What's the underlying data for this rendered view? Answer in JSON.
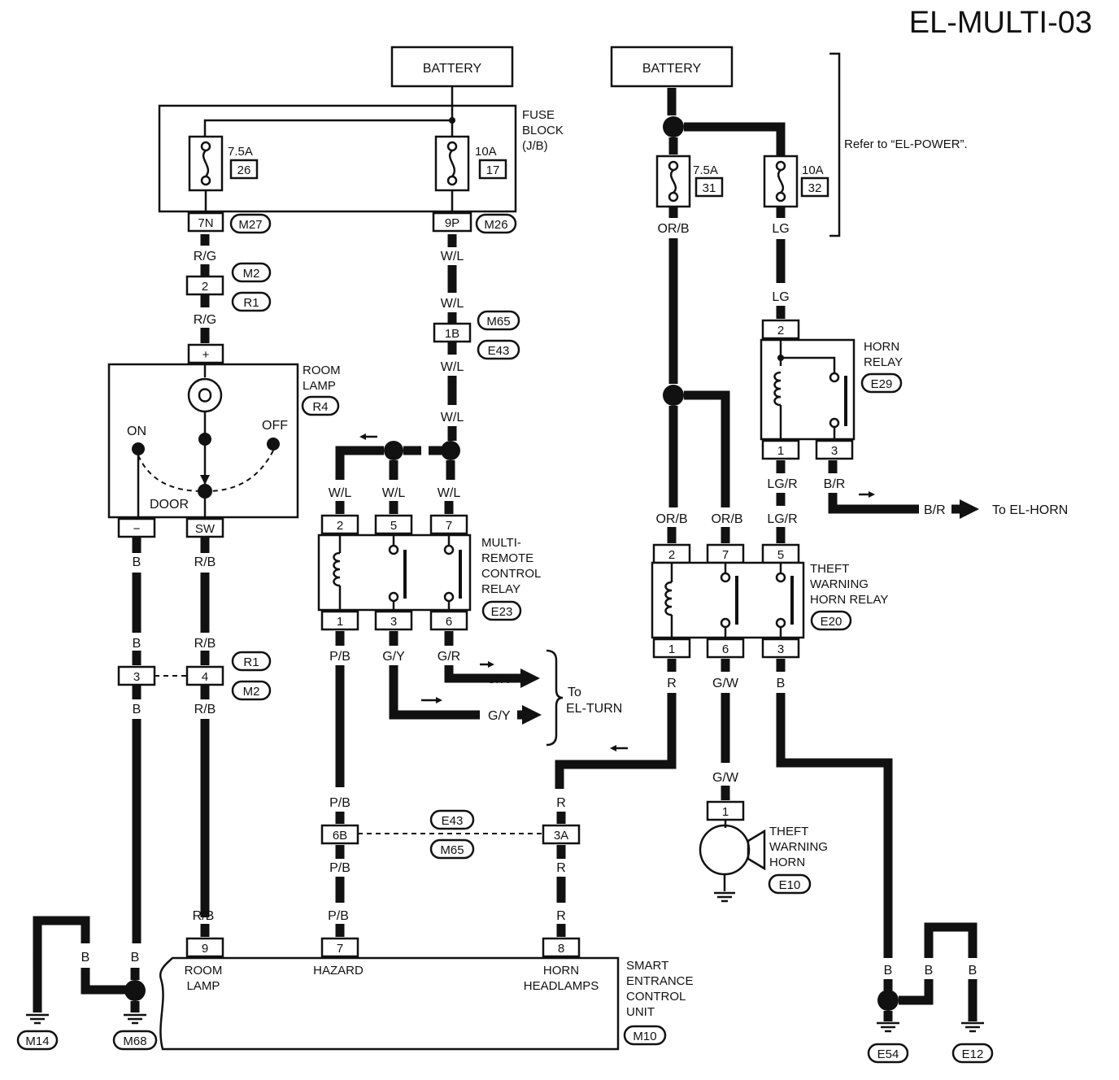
{
  "title": "EL-MULTI-03",
  "refer": "Refer to “EL-POWER”.",
  "battery": "BATTERY",
  "fuse_block": {
    "l1": "FUSE",
    "l2": "BLOCK",
    "l3": "(J/B)"
  },
  "fuses": [
    {
      "rating": "7.5A",
      "num": "26"
    },
    {
      "rating": "10A",
      "num": "17"
    },
    {
      "rating": "7.5A",
      "num": "31"
    },
    {
      "rating": "10A",
      "num": "32"
    }
  ],
  "wires": {
    "rg": "R/G",
    "wl": "W/L",
    "orb": "OR/B",
    "lg": "LG",
    "lgr": "LG/R",
    "br": "B/R",
    "b": "B",
    "rb": "R/B",
    "pb": "P/B",
    "gy": "G/Y",
    "gr": "G/R",
    "r": "R",
    "gw": "G/W"
  },
  "pins": {
    "p7n": "7N",
    "p9p": "9P",
    "p2": "2",
    "p1b": "1B",
    "plus": "+",
    "minus": "−",
    "sw": "SW",
    "p3": "3",
    "p4": "4",
    "p5": "5",
    "p7": "7",
    "p1": "1",
    "p6": "6",
    "p6b": "6B",
    "p3a": "3A",
    "p9": "9",
    "p8": "8"
  },
  "connectors": {
    "m27": "M27",
    "m26": "M26",
    "m2": "M2",
    "r1": "R1",
    "m65": "M65",
    "e43": "E43",
    "r4": "R4",
    "e23": "E23",
    "e29": "E29",
    "e20": "E20",
    "e10": "E10",
    "m14": "M14",
    "m68": "M68",
    "m10": "M10",
    "e54": "E54",
    "e12": "E12"
  },
  "room_lamp": {
    "l1": "ROOM",
    "l2": "LAMP",
    "on": "ON",
    "off": "OFF",
    "door": "DOOR"
  },
  "multi_relay": {
    "l1": "MULTI-",
    "l2": "REMOTE",
    "l3": "CONTROL",
    "l4": "RELAY"
  },
  "horn_relay": {
    "l1": "HORN",
    "l2": "RELAY"
  },
  "theft_relay": {
    "l1": "THEFT",
    "l2": "WARNING",
    "l3": "HORN RELAY"
  },
  "theft_horn": {
    "l1": "THEFT",
    "l2": "WARNING",
    "l3": "HORN"
  },
  "to_el_horn": "To EL-HORN",
  "to_el_turn": {
    "l1": "To",
    "l2": "EL-TURN"
  },
  "scu": {
    "l1": "SMART",
    "l2": "ENTRANCE",
    "l3": "CONTROL",
    "l4": "UNIT",
    "room": "ROOM",
    "lamp": "LAMP",
    "hazard": "HAZARD",
    "horn": "HORN",
    "headlamps": "HEADLAMPS"
  }
}
